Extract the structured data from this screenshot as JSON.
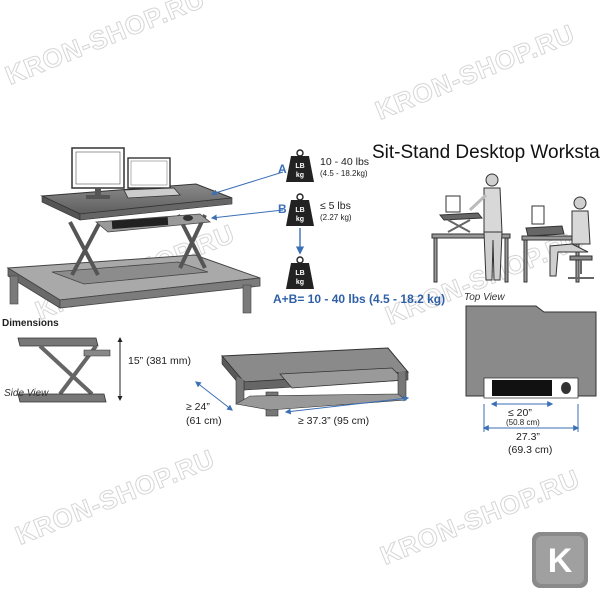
{
  "title": "Sit-Stand Desktop Workstation",
  "load": {
    "a_letter": "A",
    "b_letter": "B",
    "weight_icon_top": "LB",
    "weight_icon_bottom": "kg",
    "a_capacity": "10 - 40 lbs",
    "a_capacity_metric": "(4.5 - 18.2kg)",
    "b_capacity": "≤ 5 lbs",
    "b_capacity_metric": "(2.27 kg)",
    "sum_label": "A+B= 10 - 40 lbs (4.5 - 18.2 kg)"
  },
  "dimensions": {
    "heading": "Dimensions",
    "lift_height": "15” (381 mm)",
    "depth": "≥ 24”",
    "depth_metric": "(61 cm)",
    "width": "≥ 37.3” (95 cm)",
    "side_view_label": "Side View",
    "top_view_label": "Top View",
    "tray_width": "≤ 20”",
    "tray_width_metric": "(50.8 cm)",
    "top_width": "27.3”",
    "top_width_metric": "(69.3 cm)"
  },
  "watermark": "KRON-SHOP.RU",
  "badge_letter": "K",
  "colors": {
    "accent_blue": "#3b6fb6",
    "desk_gray": "#777777",
    "badge_gray": "#8a8a8a"
  }
}
